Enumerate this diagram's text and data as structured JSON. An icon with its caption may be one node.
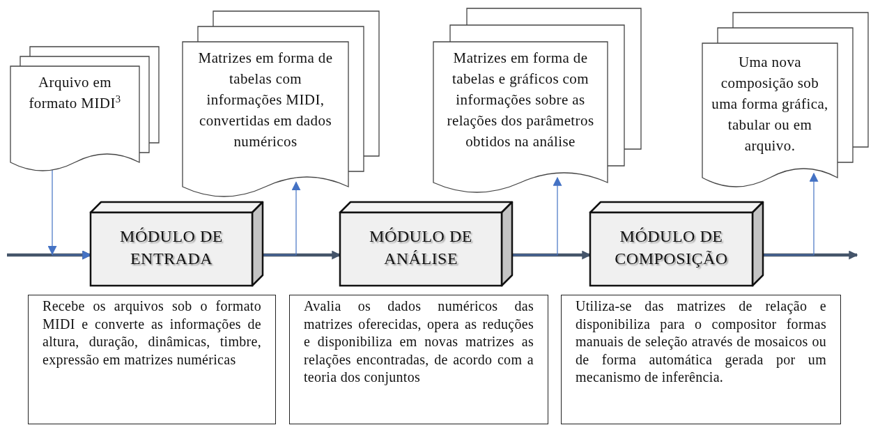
{
  "diagram": {
    "nodes": [
      {
        "text": [
          "Arquivo em formato MIDI$^{3}$"
        ]
      },
      {
        "text": [
          "Matrizes em forma de tabelas com informações MIDI, convertidas em dados numéricos"
        ]
      },
      {
        "text": [
          "Matrizes em forma de tabelas e gráficos com informações sobre as relações dos parâmetros obtidos na análise"
        ]
      },
      {
        "text": [
          "Uma nova composição sob uma forma gráfica, tabular ou em arquivo."
        ]
      },
      {
        "text": [
          "MÓDULO DE ENTRADA"
        ]
      },
      {
        "text": [
          "MÓDULO DE ANÁLISE"
        ]
      },
      {
        "text": [
          "MÓDULO DE COMPOSIÇÃO"
        ]
      },
      {
        "text": [
          "Recebe os arquivos sob o formato MIDI e converte as informações de altura, duração, dinâmicas, timbre, expressão em matrizes numéricas"
        ]
      },
      {
        "text": [
          "Avalia os dados numéricos das matrizes oferecidas, opera as reduções e disponibiliza em novas matrizes as relações encontradas, de acordo com a teoria dos conjuntos"
        ]
      },
      {
        "text": [
          "Utiliza-se das matrizes de relação e disponibiliza para o compositor formas manuais de seleção através de mosaicos ou de forma automática gerada por um mecanismo de inferência."
        ]
      }
    ],
    "edges": [
      {
        "from": null,
        "to": 4,
        "arrow": "to",
        "style": "thick"
      },
      {
        "from": 0,
        "to": 4,
        "arrow": "to",
        "color": "#4472c4"
      },
      {
        "from": 4,
        "to": 5,
        "arrow": "to",
        "style": "thick"
      },
      {
        "from": 4,
        "to": 1,
        "arrow": "to",
        "color": "#4472c4"
      },
      {
        "from": 5,
        "to": 6,
        "arrow": "to",
        "style": "thick"
      },
      {
        "from": 5,
        "to": 2,
        "arrow": "to",
        "color": "#4472c4"
      },
      {
        "from": 6,
        "to": null,
        "arrow": "to",
        "style": "thick"
      },
      {
        "from": 6,
        "to": 3,
        "arrow": "to",
        "color": "#4472c4"
      }
    ]
  }
}
